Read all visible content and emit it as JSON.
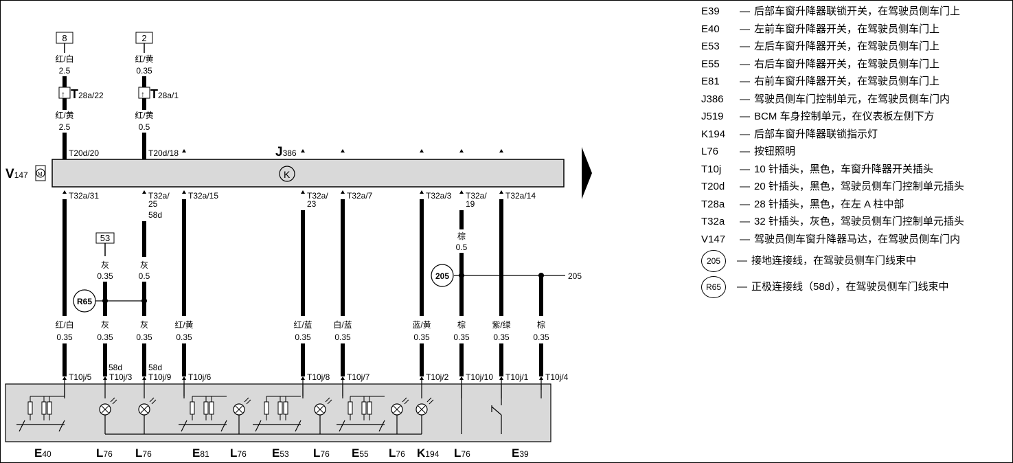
{
  "legend": [
    {
      "code": "E39",
      "desc": "后部车窗升降器联锁开关，在驾驶员侧车门上"
    },
    {
      "code": "E40",
      "desc": "左前车窗升降器开关，在驾驶员侧车门上"
    },
    {
      "code": "E53",
      "desc": "左后车窗升降器开关，在驾驶员侧车门上"
    },
    {
      "code": "E55",
      "desc": "右后车窗升降器开关，在驾驶员侧车门上"
    },
    {
      "code": "E81",
      "desc": "右前车窗升降器开关，在驾驶员侧车门上"
    },
    {
      "code": "J386",
      "desc": "驾驶员侧车门控制单元，在驾驶员侧车门内"
    },
    {
      "code": "J519",
      "desc": "BCM 车身控制单元，在仪表板左侧下方"
    },
    {
      "code": "K194",
      "desc": "后部车窗升降器联锁指示灯"
    },
    {
      "code": "L76",
      "desc": "按钮照明"
    },
    {
      "code": "T10j",
      "desc": "10 针插头，黑色，车窗升降器开关插头"
    },
    {
      "code": "T20d",
      "desc": "20 针插头，黑色，驾驶员侧车门控制单元插头"
    },
    {
      "code": "T28a",
      "desc": "28 针插头，黑色，在左 A 柱中部"
    },
    {
      "code": "T32a",
      "desc": "32 针插头，灰色，驾驶员侧车门控制单元插头"
    },
    {
      "code": "V147",
      "desc": "驾驶员侧车窗升降器马达，在驾驶员侧车门内"
    },
    {
      "code": "205",
      "desc": "接地连接线，在驾驶员侧车门线束中",
      "circled": true
    },
    {
      "code": "R65",
      "desc": "正极连接线（58d），在驾驶员侧车门线束中",
      "circled": true
    }
  ],
  "top": {
    "box1": "8",
    "box2": "2",
    "w1a_color": "红/白",
    "w1a_size": "2.5",
    "w2a_color": "红/黄",
    "w2a_size": "0.35",
    "t28a_1": "28a/22",
    "t28a_2": "28a/1",
    "w1b_color": "红/黄",
    "w1b_size": "2.5",
    "w2b_color": "红/黄",
    "w2b_size": "0.5",
    "t20d_1": "T20d/20",
    "t20d_2": "T20d/18"
  },
  "ecu": {
    "name": "J",
    "sub": "386",
    "motor": "V",
    "motor_sub": "147",
    "motor_glyph": "M",
    "k_glyph": "K"
  },
  "t32": [
    "T32a/31",
    "T32a/",
    "T32a/15",
    "T32a/",
    "T32a/7",
    "T32a/3",
    "T32a/",
    "T32a/14"
  ],
  "t32_extra": {
    "p25": "25",
    "p58d": "58d",
    "p23": "23",
    "p19": "19"
  },
  "box53": "53",
  "mid": {
    "gray1_color": "灰",
    "gray1_size": "0.35",
    "gray2_color": "灰",
    "gray2_size": "0.5",
    "brown_color": "棕",
    "brown_size": "0.5",
    "r65": "R65",
    "g205": "205",
    "g205_right": "205"
  },
  "wires": [
    {
      "color": "红/白",
      "size": "0.35"
    },
    {
      "color": "灰",
      "size": "0.35"
    },
    {
      "color": "灰",
      "size": "0.35"
    },
    {
      "color": "红/黄",
      "size": "0.35"
    },
    {
      "color": "红/蓝",
      "size": "0.35"
    },
    {
      "color": "白/蓝",
      "size": "0.35"
    },
    {
      "color": "蓝/黄",
      "size": "0.35"
    },
    {
      "color": "棕",
      "size": "0.35"
    },
    {
      "color": "紫/绿",
      "size": "0.35"
    },
    {
      "color": "棕",
      "size": "0.35"
    }
  ],
  "t10j": [
    "T10j/5",
    "T10j/3",
    "T10j/9",
    "T10j/6",
    "T10j/8",
    "T10j/7",
    "T10j/2",
    "T10j/10",
    "T10j/1",
    "T10j/4"
  ],
  "label58d": "58d",
  "bottom": [
    {
      "main": "E",
      "sub": "40"
    },
    {
      "main": "L",
      "sub": "76"
    },
    {
      "main": "L",
      "sub": "76"
    },
    {
      "main": "E",
      "sub": "81"
    },
    {
      "main": "L",
      "sub": "76"
    },
    {
      "main": "E",
      "sub": "53"
    },
    {
      "main": "L",
      "sub": "76"
    },
    {
      "main": "E",
      "sub": "55"
    },
    {
      "main": "L",
      "sub": "76"
    },
    {
      "main": "K",
      "sub": "194"
    },
    {
      "main": "L",
      "sub": "76"
    },
    {
      "main": "E",
      "sub": "39"
    }
  ]
}
